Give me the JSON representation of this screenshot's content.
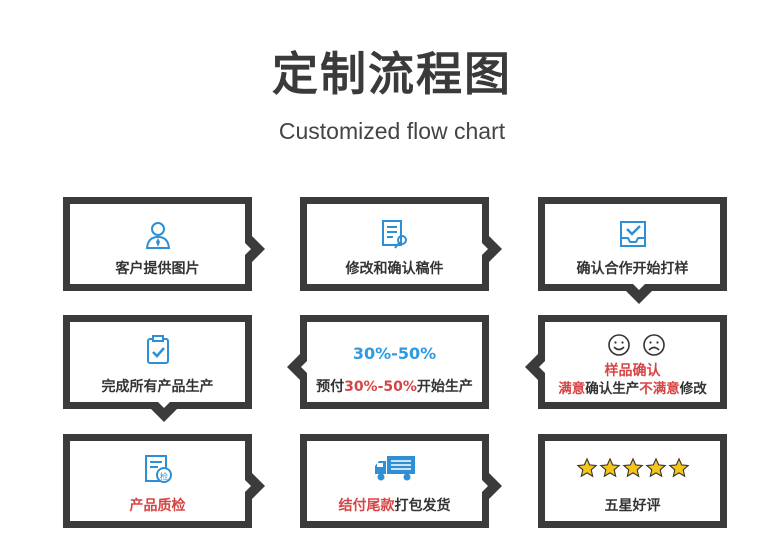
{
  "header": {
    "title": "定制流程图",
    "subtitle": "Customized flow chart"
  },
  "steps": [
    {
      "label": "客户提供图片",
      "icon": "customer-icon"
    },
    {
      "label": "修改和确认稿件",
      "icon": "document-edit-icon"
    },
    {
      "label": "确认合作开始打样",
      "icon": "inbox-check-icon"
    },
    {
      "label": "完成所有产品生产",
      "icon": "clipboard-check-icon"
    },
    {
      "headline": "30%-50%",
      "label_pre": "预付",
      "label_highlight": "30%-50%",
      "label_post": "开始生产"
    },
    {
      "title": "样品确认",
      "line_a_highlight": "满意",
      "line_a_text": "确认生产",
      "line_b_highlight": "不满意",
      "line_b_text": "修改",
      "icons": [
        "smile-icon",
        "frown-icon"
      ]
    },
    {
      "label": "产品质检",
      "icon": "quality-check-icon"
    },
    {
      "label_highlight": "结付尾款",
      "label_post": "打包发货",
      "icon": "delivery-truck-icon"
    },
    {
      "label": "五星好评",
      "rating": 5,
      "icon": "star-icon"
    }
  ],
  "colors": {
    "accent_blue": "#2e8fd6",
    "accent_red": "#d64545",
    "border": "#3b3b3b",
    "star": "#f5c518"
  }
}
